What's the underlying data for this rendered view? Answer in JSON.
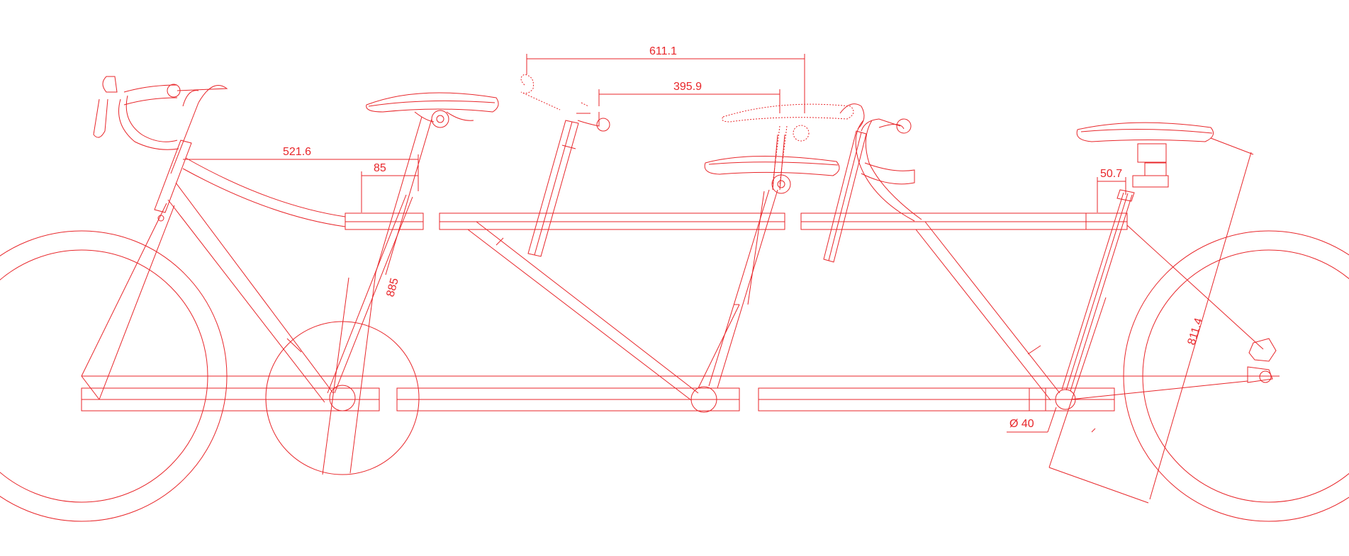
{
  "drawing": {
    "stroke_color": "#e8262a",
    "background": "#ffffff",
    "dimensions": {
      "stoker_reach": "611.1",
      "stoker_reach_inner": "395.9",
      "captain_top_tube": "521.6",
      "captain_offset": "85",
      "captain_seat_tube": "885",
      "rear_offset": "50.7",
      "rear_diagonal": "811.4",
      "tube_diameter": "Ø 40"
    }
  }
}
